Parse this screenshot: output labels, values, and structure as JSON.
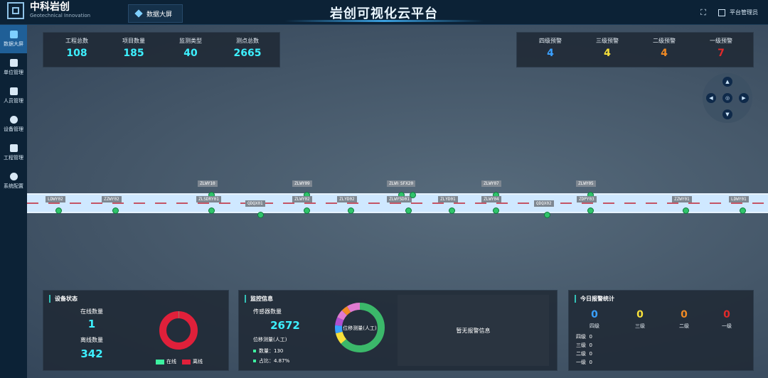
{
  "header": {
    "logo_cn": "中科岩创",
    "logo_en": "Geotechnical Innovation",
    "tab_label": "数据大屏",
    "app_title": "岩创可视化云平台",
    "user_label": "平台管理员"
  },
  "sidebar": {
    "items": [
      {
        "label": "数据大屏",
        "active": true
      },
      {
        "label": "单位管理",
        "active": false
      },
      {
        "label": "人员管理",
        "active": false
      },
      {
        "label": "设备管理",
        "active": false
      },
      {
        "label": "工程管理",
        "active": false
      },
      {
        "label": "系统配置",
        "active": false
      }
    ]
  },
  "summary": {
    "items": [
      {
        "label": "工程总数",
        "value": "108"
      },
      {
        "label": "项目数量",
        "value": "185"
      },
      {
        "label": "监测类型",
        "value": "40"
      },
      {
        "label": "测点总数",
        "value": "2665"
      }
    ]
  },
  "alarms": {
    "items": [
      {
        "label": "四级预警",
        "value": "4",
        "color": "#3aa0ff"
      },
      {
        "label": "三级预警",
        "value": "4",
        "color": "#f7e03a"
      },
      {
        "label": "二级预警",
        "value": "4",
        "color": "#f08a24"
      },
      {
        "label": "一级预警",
        "value": "7",
        "color": "#e02a2a"
      }
    ]
  },
  "map": {
    "tags": [
      "LDWY02",
      "ZZWY02",
      "ZLWY10",
      "ZLSDRY01",
      "QDQX01",
      "ZLWY09",
      "ZLWY02",
      "ZLYD02",
      "ZLWY06",
      "ZLWYSD01",
      "ZLYD01",
      "ZLWY07",
      "ZLWY04",
      "QDQX02",
      "ZLWY05",
      "ZDPY03",
      "ZZWY01",
      "LDWY01",
      "SFX20"
    ]
  },
  "device_status": {
    "title": "设备状态",
    "online_label": "在线数量",
    "online_value": "1",
    "offline_label": "离线数量",
    "offline_value": "342",
    "legend_online": "在线",
    "legend_offline": "离线",
    "online_color": "#3df0a0",
    "offline_color": "#e0203a",
    "online": 1,
    "offline": 342
  },
  "monitor": {
    "title": "监控信息",
    "sensor_label": "传感器数量",
    "sensor_value": "2672",
    "manual_label": "位移测量(人工)",
    "count_text": "数量：130",
    "ratio_text": "占比：4.87%",
    "donut_center": "位移测量(人工)",
    "no_alarm": "暂无报警信息"
  },
  "today_alarm": {
    "title": "今日报警统计",
    "levels": [
      {
        "label": "四级",
        "value": "0",
        "color": "#3aa0ff"
      },
      {
        "label": "三级",
        "value": "0",
        "color": "#f7e03a"
      },
      {
        "label": "二级",
        "value": "0",
        "color": "#f08a24"
      },
      {
        "label": "一级",
        "value": "0",
        "color": "#e02a2a"
      }
    ],
    "list": [
      {
        "label": "四级",
        "value": "0"
      },
      {
        "label": "三级",
        "value": "0"
      },
      {
        "label": "二级",
        "value": "0"
      },
      {
        "label": "一级",
        "value": "0"
      }
    ]
  }
}
